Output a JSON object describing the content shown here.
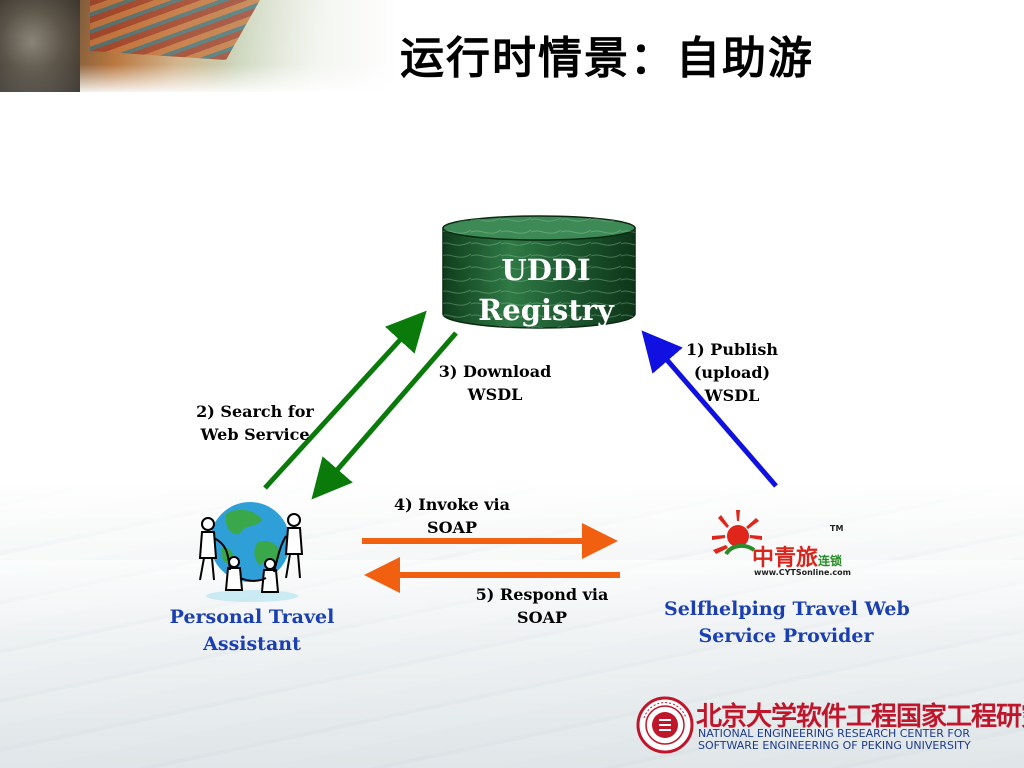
{
  "title": "运行时情景：自助游",
  "uddi": {
    "line1": "UDDI",
    "line2": "Registry"
  },
  "steps": {
    "publish": [
      "1) Publish",
      "(upload)",
      "WSDL"
    ],
    "search": [
      "2) Search for",
      "Web Service"
    ],
    "download": [
      "3) Download",
      "WSDL"
    ],
    "invoke": [
      "4) Invoke via",
      "SOAP"
    ],
    "respond": [
      "5) Respond via",
      "SOAP"
    ]
  },
  "actors": {
    "assistant": [
      "Personal Travel",
      "Assistant"
    ],
    "provider": [
      "Selfhelping Travel Web",
      "Service Provider"
    ]
  },
  "provider_logo": {
    "name": "中青旅",
    "suffix": "连锁",
    "url": "www.CYTSonline.com",
    "mark": "TM"
  },
  "institute": {
    "name_cn": "北京大学软件工程国家工程研究中心",
    "name_en_1": "NATIONAL ENGINEERING RESEARCH CENTER FOR",
    "name_en_2": "SOFTWARE ENGINEERING OF PEKING UNIVERSITY"
  },
  "colors": {
    "green_arrow": "#0a7a0a",
    "blue_arrow": "#1010e0",
    "orange_arrow": "#f06010",
    "cylinder": "#1d5a2e",
    "label_blue": "#1a3fb3"
  }
}
